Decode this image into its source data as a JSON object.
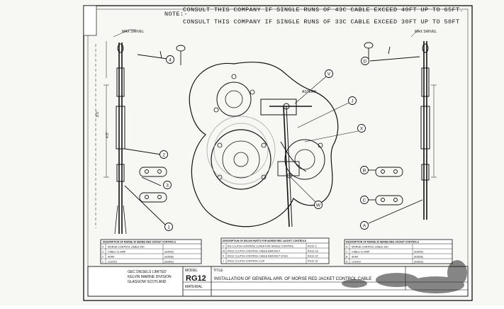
{
  "notes": {
    "prefix": "NOTE:-",
    "line1": "CONSULT THIS COMPANY IF SINGLE RUNS OF 43C CABLE EXCEED 40FT UP TO 65FT.",
    "line2": "CONSULT THIS COMPANY IF SINGLE RUNS OF 33C CABLE EXCEED 30FT UP TO 50FT"
  },
  "callouts": {
    "left": [
      "4",
      "2",
      "3",
      "1"
    ],
    "right": [
      "D",
      "B",
      "C",
      "A"
    ],
    "center": [
      "V",
      "J",
      "X",
      "W"
    ]
  },
  "labels": {
    "max_swivel": "MAX SWIVEL",
    "dim_85": "8.5\"",
    "dim_45": "4.5\"",
    "astern": "ASTERN"
  },
  "tables": {
    "left": {
      "title": "DESCRIPTION OF MORSE 40 SERIES RED JACKET CONTROLS",
      "rows": [
        [
          "4",
          "MORSE CONTROL CABLE 43C",
          ""
        ],
        [
          "3",
          "CABLE CLAMP",
          "(A3530)"
        ],
        [
          "2",
          "SHIM",
          "(A3536)"
        ],
        [
          "1",
          "CLEVIS",
          "(A2802)"
        ]
      ]
    },
    "center": {
      "title": "DESCRIPTION OF KELVIN PARTS FOR MORSE RED JACKET CONTROLS",
      "rows": [
        [
          "V",
          "RG CLUTCH CONTROL LEVER FOR SINGLE CONTROL",
          "RG12-2"
        ],
        [
          "W",
          "RG12 CLUTCH CONTROL CABLE BRACKET",
          "RG12-18"
        ],
        [
          "X",
          "RG12 CLUTCH CONTROL CABLE BRACKET STUD",
          "RG12-37"
        ],
        [
          "J",
          "RG12 CLUTCH CONTROL CLIP",
          "RG12-32"
        ]
      ]
    },
    "right": {
      "title": "DESCRIPTION OF MORSE 30 SERIES RED JACKET CONTROLS",
      "rows": [
        [
          "D",
          "MORSE CONTROL CABLE 33C",
          ""
        ],
        [
          "C",
          "CABLE CLAMP",
          "(A3909)"
        ],
        [
          "B",
          "SHIM",
          "(A3536)"
        ],
        [
          "A",
          "CLEVIS",
          "(A3903)"
        ]
      ]
    }
  },
  "title_block": {
    "company": [
      "GEC DIESELS LIMITED",
      "KELVIN MARINE DIVISION",
      "GLASGOW SCOTLAND"
    ],
    "model_label": "MODEL",
    "model": "RG12",
    "title_label": "TITLE",
    "title": "INSTALLATION OF GENERAL ARR. OF MORSE RED JACKET CONTROL CABLE",
    "material_label": "MATERIAL"
  }
}
